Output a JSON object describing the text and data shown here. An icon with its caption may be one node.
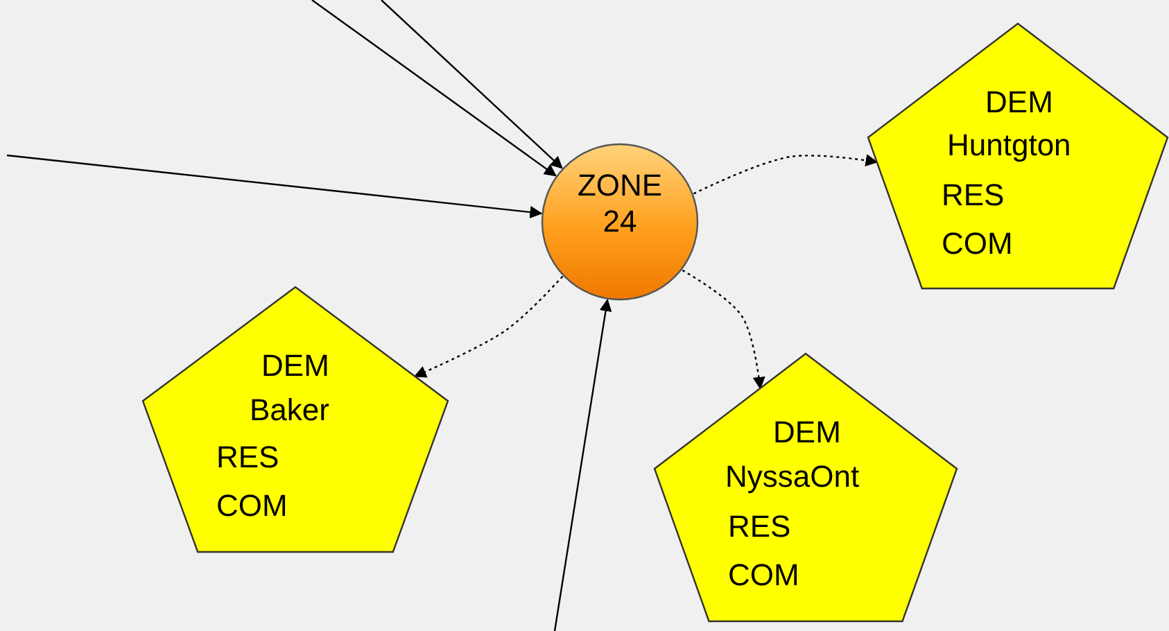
{
  "diagram": {
    "nodes": [
      {
        "text": [
          "ZONE 24"
        ]
      },
      {
        "text": [
          "DEM",
          "Huntgton",
          "RES",
          "COM"
        ]
      },
      {
        "text": [
          "DEM",
          "Baker",
          "RES",
          "COM"
        ]
      },
      {
        "text": [
          "DEM",
          "NyssaOnt",
          "RES",
          "COM"
        ]
      }
    ],
    "edges": [
      {
        "from": null,
        "to": 0,
        "arrow": "to"
      },
      {
        "from": null,
        "to": 0,
        "arrow": "to"
      },
      {
        "from": null,
        "to": 0,
        "arrow": "to"
      },
      {
        "from": null,
        "to": 0,
        "arrow": "to"
      },
      {
        "from": 0,
        "to": 1,
        "arrow": "to",
        "style": "dashed"
      },
      {
        "from": 0,
        "to": 2,
        "arrow": "to",
        "style": "dashed"
      },
      {
        "from": 0,
        "to": 3,
        "arrow": "to",
        "style": "dashed"
      }
    ]
  }
}
